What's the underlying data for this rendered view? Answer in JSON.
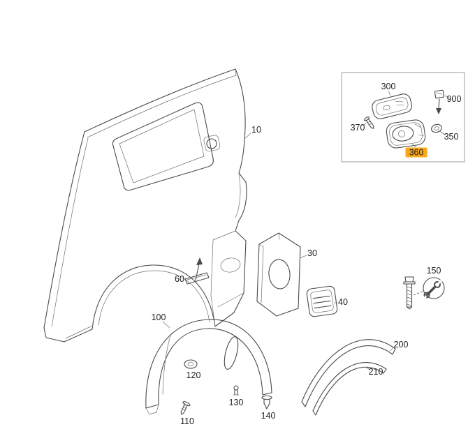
{
  "page": {
    "background": "#ffffff",
    "description": "Vehicle rear quarter panel exploded parts diagram"
  },
  "diagram": {
    "type": "parts-diagram",
    "highlighted_part": "360",
    "labels": {
      "p10": "10",
      "p30": "30",
      "p40": "40",
      "p60": "60",
      "p100": "100",
      "p110": "110",
      "p120": "120",
      "p130": "130",
      "p140": "140",
      "p150": "150",
      "p200": "200",
      "p210": "210",
      "p300": "300",
      "p350": "350",
      "p360": "360",
      "p370": "370",
      "p900": "900"
    },
    "colors": {
      "line": "#4a4a4a",
      "label": "#1f1f1f",
      "highlight_bg": "#f7a81b",
      "highlight_text": "#4a2c00",
      "inset_border": "#9e9e9e"
    },
    "icons": {
      "tool_icon": "wrench-icon"
    }
  }
}
